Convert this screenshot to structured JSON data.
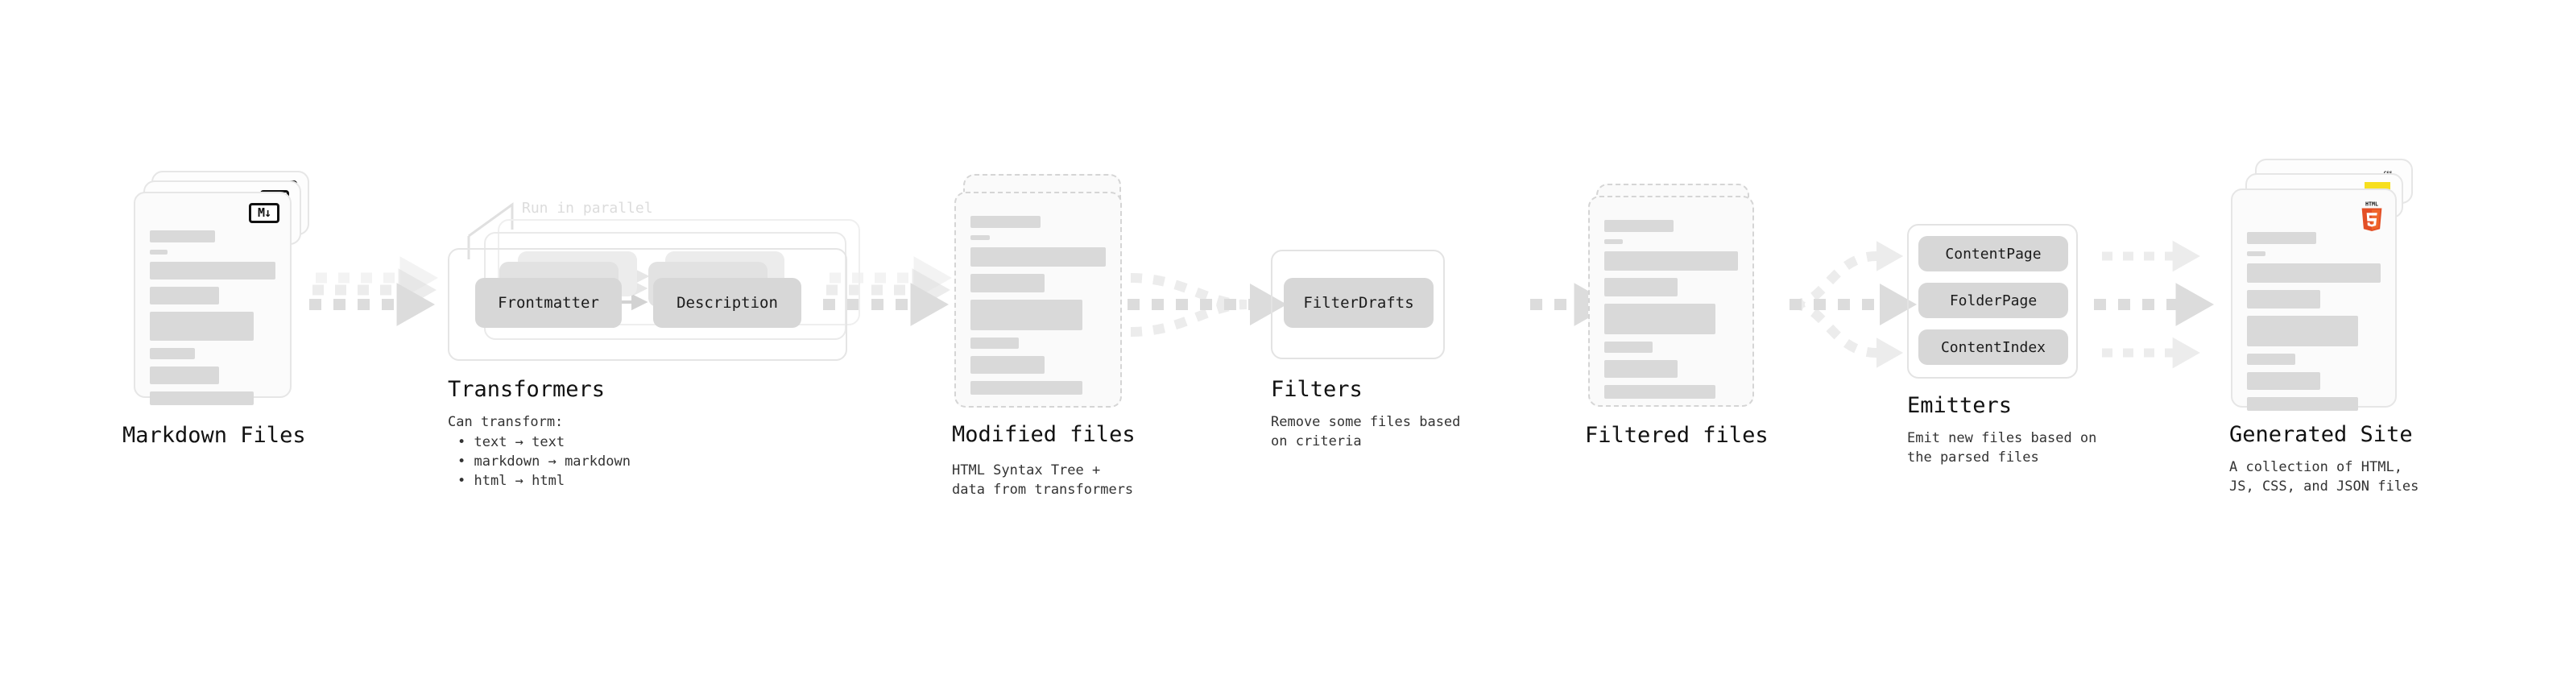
{
  "diagram": {
    "title_font_color": "#111111",
    "accent_muted": "#d9d9d9",
    "stages": [
      {
        "id": "markdown-files",
        "title": "Markdown Files",
        "subtitle": "",
        "badge": "M↓",
        "card_style": "solid-stack-3"
      },
      {
        "id": "transformers",
        "title": "Transformers",
        "subtitle": "Can transform:",
        "bullets": [
          "text → text",
          "markdown → markdown",
          "html → html"
        ],
        "note": "Run in parallel",
        "chips": [
          "Frontmatter",
          "Description"
        ],
        "card_style": "group-stack-3"
      },
      {
        "id": "modified-files",
        "title": "Modified files",
        "subtitle": "HTML Syntax Tree +\ndata from transformers",
        "card_style": "dashed-stack-2"
      },
      {
        "id": "filters",
        "title": "Filters",
        "subtitle": "Remove some files based\non criteria",
        "chips": [
          "FilterDrafts"
        ],
        "card_style": "group-single"
      },
      {
        "id": "filtered-files",
        "title": "Filtered files",
        "subtitle": "",
        "card_style": "dashed-stack-2"
      },
      {
        "id": "emitters",
        "title": "Emitters",
        "subtitle": "Emit new files based on\nthe parsed files",
        "chips": [
          "ContentPage",
          "FolderPage",
          "ContentIndex"
        ],
        "card_style": "group-single"
      },
      {
        "id": "generated-site",
        "title": "Generated Site",
        "subtitle": "A collection of HTML,\nJS, CSS, and JSON files",
        "badges": [
          "css3-badge",
          "javascript-badge",
          "html5-badge"
        ],
        "card_style": "solid-stack-3"
      }
    ],
    "icons": {
      "markdown": "markdown-icon",
      "html5": "html5-icon",
      "javascript": "javascript-icon",
      "css3": "css3-icon",
      "arrow": "arrow-right-icon"
    }
  }
}
